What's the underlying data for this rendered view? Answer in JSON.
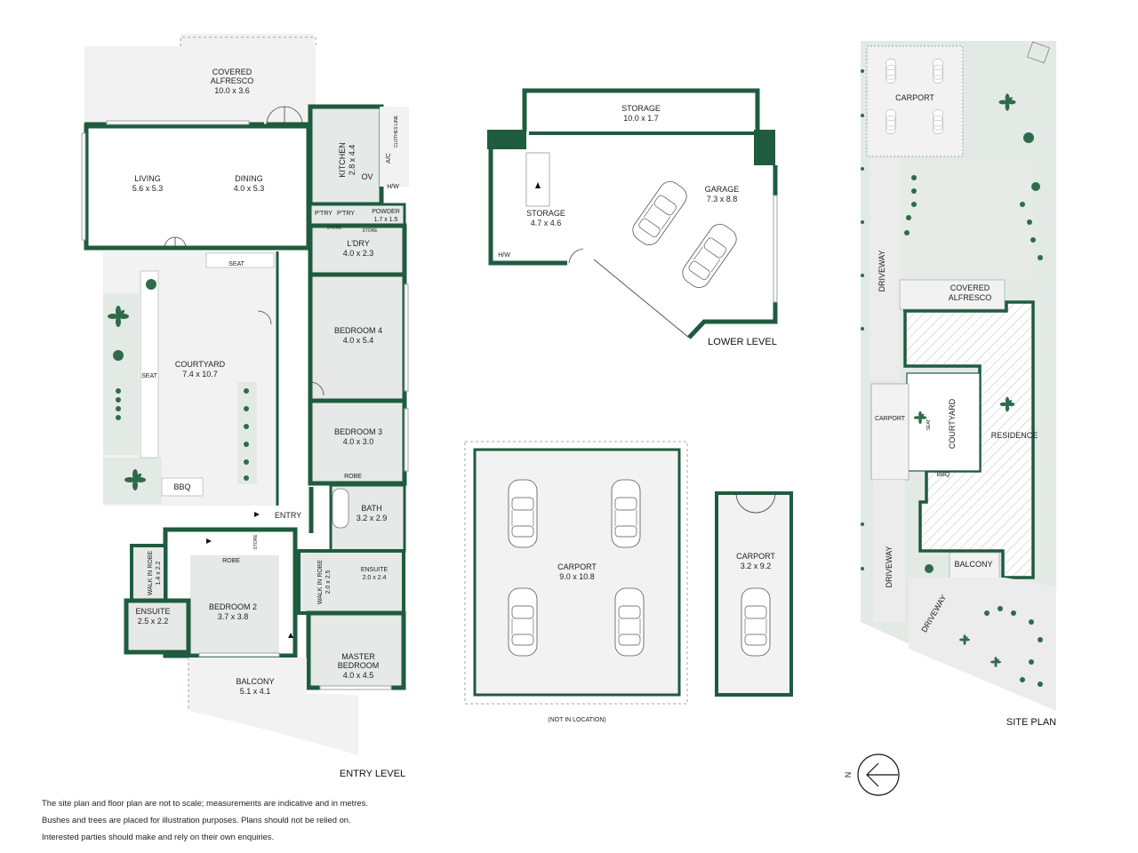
{
  "levels": {
    "entry": "ENTRY LEVEL",
    "lower": "LOWER LEVEL",
    "site": "SITE PLAN",
    "not_in_location": "(NOT IN LOCATION)"
  },
  "entry_rooms": {
    "covered_alfresco": {
      "name1": "COVERED",
      "name2": "ALFRESCO",
      "dims": "10.0 x 3.6"
    },
    "living": {
      "name": "LIVING",
      "dims": "5.6 x 5.3"
    },
    "dining": {
      "name": "DINING",
      "dims": "4.0 x 5.3"
    },
    "kitchen": {
      "name": "KITCHEN",
      "dims": "2.8 x 4.4"
    },
    "ov": "OV",
    "ac": "A/C",
    "clothes_line": "CLOTHES LINE",
    "hw": "H/W",
    "ptry1": "P'TRY",
    "ptry2": "P'TRY",
    "powder": {
      "name": "POWDER",
      "dims": "1.7 x 1.5"
    },
    "store1": "STORE",
    "store2": "STORE",
    "ldry": {
      "name": "L'DRY",
      "dims": "4.0 x 2.3"
    },
    "seat_top": "SEAT",
    "seat_side": "SEAT",
    "courtyard": {
      "name": "COURTYARD",
      "dims": "7.4 x 10.7"
    },
    "bbq": "BBQ",
    "bedroom4": {
      "name": "BEDROOM 4",
      "dims": "4.0 x 5.4"
    },
    "bedroom3": {
      "name": "BEDROOM 3",
      "dims": "4.0 x 3.0"
    },
    "robe_b3": "ROBE",
    "bath": {
      "name": "BATH",
      "dims": "3.2 x 2.9"
    },
    "entry": "ENTRY",
    "store3": "STORE",
    "robe_b2": "ROBE",
    "wir_left": {
      "name": "WALK IN ROBE",
      "dims": "1.4 x 2.2"
    },
    "ensuite_left": {
      "name": "ENSUITE",
      "dims": "2.5 x 2.2"
    },
    "bedroom2": {
      "name": "BEDROOM 2",
      "dims": "3.7 x 3.8"
    },
    "wir_right": {
      "name": "WALK IN ROBE",
      "dims": "2.0 x 2.5"
    },
    "ensuite_right": {
      "name": "ENSUITE",
      "dims": "2.0 x 2.4"
    },
    "master": {
      "name1": "MASTER",
      "name2": "BEDROOM",
      "dims": "4.0 x 4.5"
    },
    "balcony": {
      "name": "BALCONY",
      "dims": "5.1 x 4.1"
    }
  },
  "lower_rooms": {
    "storage_top": {
      "name": "STORAGE",
      "dims": "10.0 x 1.7"
    },
    "storage": {
      "name": "STORAGE",
      "dims": "4.7 x 4.6"
    },
    "garage": {
      "name": "GARAGE",
      "dims": "7.3 x 8.8"
    },
    "hw": "H/W"
  },
  "carports": {
    "big": {
      "name": "CARPORT",
      "dims": "9.0 x 10.8"
    },
    "small": {
      "name": "CARPORT",
      "dims": "3.2 x 9.2"
    }
  },
  "site": {
    "carport_top": "CARPORT",
    "driveway1": "DRIVEWAY",
    "covered_alfresco1": "COVERED",
    "covered_alfresco2": "ALFRESCO",
    "carport_left": "CARPORT",
    "seat": "SEAT",
    "courtyard": "COURTYARD",
    "residence": "RESIDENCE",
    "bbq": "BBQ",
    "driveway2": "DRIVEWAY",
    "driveway3": "DRIVEWAY",
    "balcony": "BALCONY",
    "north": "N"
  },
  "disclaimer": [
    "The site plan and floor plan are not to scale; measurements are indicative and in metres.",
    "Bushes and trees are placed for illustration purposes. Plans should not be relied on.",
    "Interested parties should make and rely on their own enquiries."
  ],
  "colors": {
    "wall": "#1f5b3f",
    "floor": "#e6e9e7",
    "grass": "#e3eae5",
    "plant": "#2f6b4a"
  },
  "icons": [
    "door-swing-icon",
    "car-icon",
    "plant-icon",
    "north-arrow-icon",
    "stair-arrow-icon"
  ]
}
